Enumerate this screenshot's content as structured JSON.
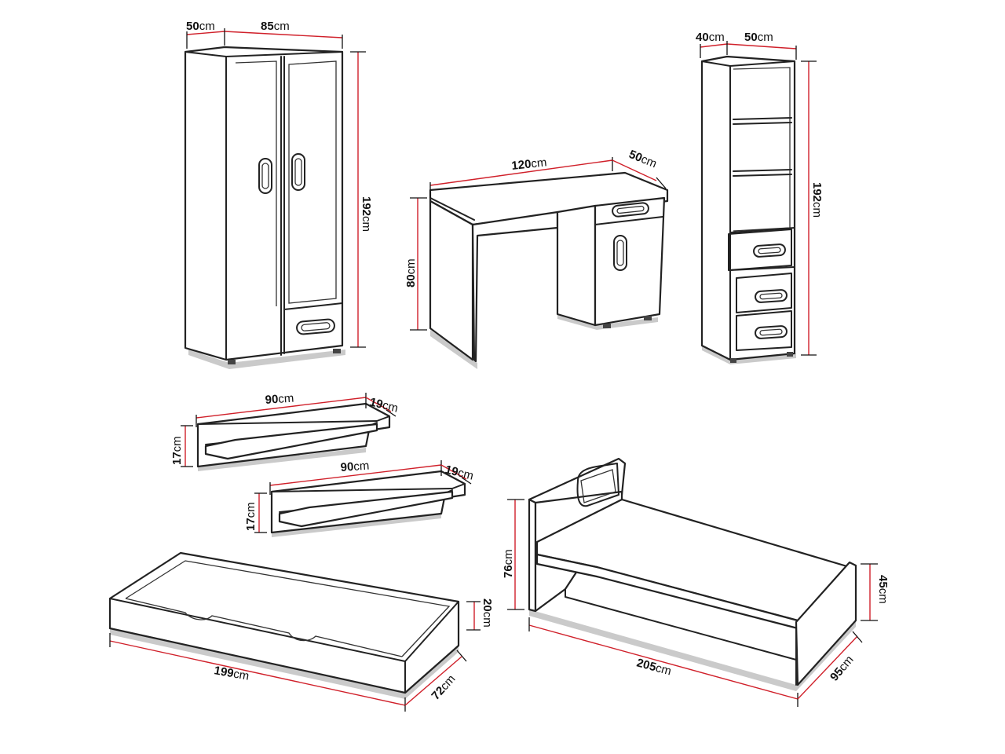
{
  "unit": "cm",
  "items": {
    "wardrobe": {
      "depth": "50",
      "width": "85",
      "height": "192"
    },
    "desk": {
      "width": "120",
      "depth": "50",
      "height": "80"
    },
    "bookcase": {
      "depth": "40",
      "width": "50",
      "height": "192"
    },
    "shelf_top": {
      "width": "90",
      "depth": "19",
      "height": "17"
    },
    "shelf_bottom": {
      "width": "90",
      "depth": "19",
      "height": "17"
    },
    "trundle_drawer": {
      "length": "199",
      "width": "72",
      "height": "20"
    },
    "bed": {
      "length": "205",
      "width": "95",
      "headboard_height": "76",
      "footboard_height": "45"
    }
  },
  "colors": {
    "dimension_line": "#d0202a",
    "outline": "#222222",
    "shadow": "#8a8a8a",
    "background": "#ffffff"
  }
}
